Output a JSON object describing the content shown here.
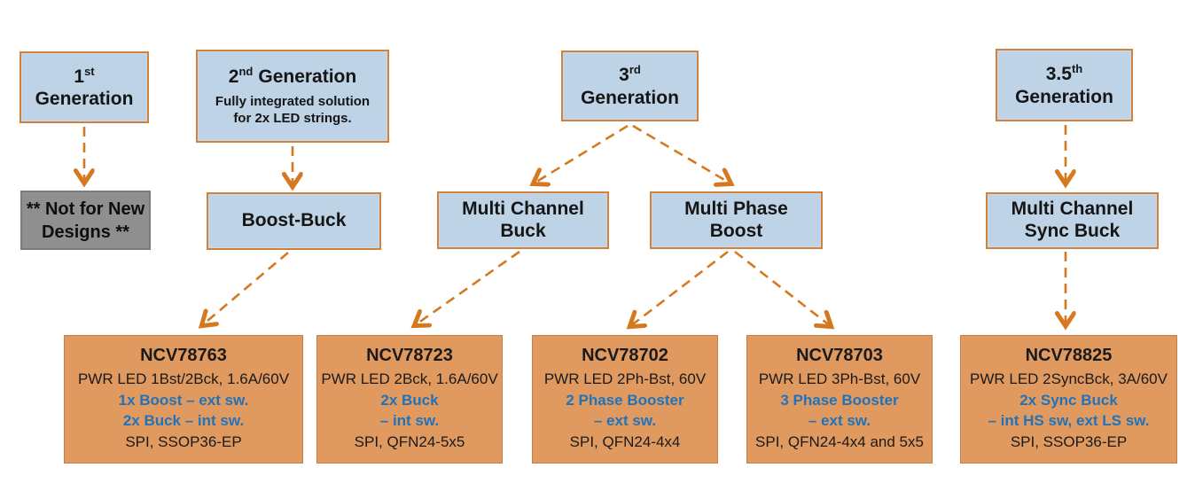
{
  "diagram": {
    "generations": {
      "gen1": {
        "num": "1",
        "sup": "st",
        "word": "Generation"
      },
      "gen2": {
        "num": "2",
        "sup": "nd",
        "word": "Generation",
        "sub1": "Fully integrated solution",
        "sub2": "for 2x LED strings."
      },
      "gen3": {
        "num": "3",
        "sup": "rd",
        "word": "Generation"
      },
      "gen35": {
        "num": "3.5",
        "sup": "th",
        "word": "Generation"
      }
    },
    "categories": {
      "not_new": {
        "line1": "** Not for New",
        "line2": "Designs **"
      },
      "boost_buck": {
        "label": "Boost-Buck"
      },
      "multi_channel_buck": {
        "line1": "Multi Channel",
        "line2": "Buck"
      },
      "multi_phase_boost": {
        "line1": "Multi Phase",
        "line2": "Boost"
      },
      "multi_channel_sync_buck": {
        "line1": "Multi Channel",
        "line2": "Sync Buck"
      }
    },
    "products": [
      {
        "name": "NCV78763",
        "desc": "PWR LED 1Bst/2Bck, 1.6A/60V",
        "blue1": "1x Boost – ext sw.",
        "blue2": "2x Buck – int sw.",
        "pkg": "SPI, SSOP36-EP"
      },
      {
        "name": "NCV78723",
        "desc": "PWR LED 2Bck, 1.6A/60V",
        "blue1": "2x Buck",
        "blue2": "– int sw.",
        "pkg": "SPI, QFN24-5x5"
      },
      {
        "name": "NCV78702",
        "desc": "PWR LED 2Ph-Bst, 60V",
        "blue1": "2 Phase Booster",
        "blue2": "– ext sw.",
        "pkg": "SPI, QFN24-4x4"
      },
      {
        "name": "NCV78703",
        "desc": "PWR LED 3Ph-Bst, 60V",
        "blue1": "3 Phase Booster",
        "blue2": "– ext sw.",
        "pkg": "SPI, QFN24-4x4 and 5x5"
      },
      {
        "name": "NCV78825",
        "desc": "PWR LED 2SyncBck, 3A/60V",
        "blue1": "2x Sync Buck",
        "blue2": "– int HS sw, ext LS sw.",
        "pkg": "SPI, SSOP36-EP"
      }
    ],
    "colors": {
      "box_blue": "#BFD3E6",
      "box_border_orange": "#D0813C",
      "box_orange": "#E09A5F",
      "box_gray": "#8F8F8F",
      "text_blue": "#2272B9",
      "arrow_orange": "#D4791F"
    }
  }
}
